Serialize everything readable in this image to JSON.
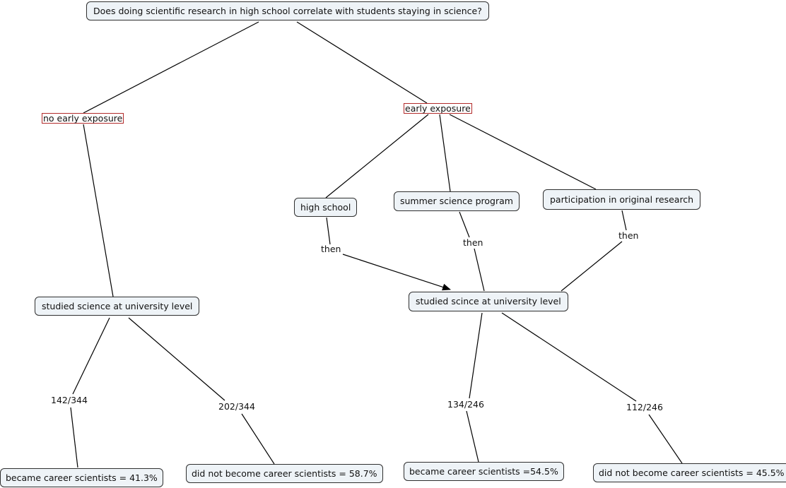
{
  "question": "Does doing scientific research in high school correlate with students staying in science?",
  "branches": {
    "no_exposure": "no early exposure",
    "exposure": "early exposure"
  },
  "exposure_types": {
    "high_school": "high school",
    "summer_program": "summer science program",
    "original_research": "participation in original research"
  },
  "then_label": "then",
  "university": {
    "left": "studied science at university level",
    "right": "studied scince at university level"
  },
  "ratios": {
    "left_yes": "142/344",
    "left_no": "202/344",
    "right_yes": "134/246",
    "right_no": "112/246"
  },
  "outcomes": {
    "left_yes": "became career scientists = 41.3%",
    "left_no": "did not become career scientists = 58.7%",
    "right_yes": "became career scientists =54.5%",
    "right_no": "did not become career scientists = 45.5%"
  }
}
